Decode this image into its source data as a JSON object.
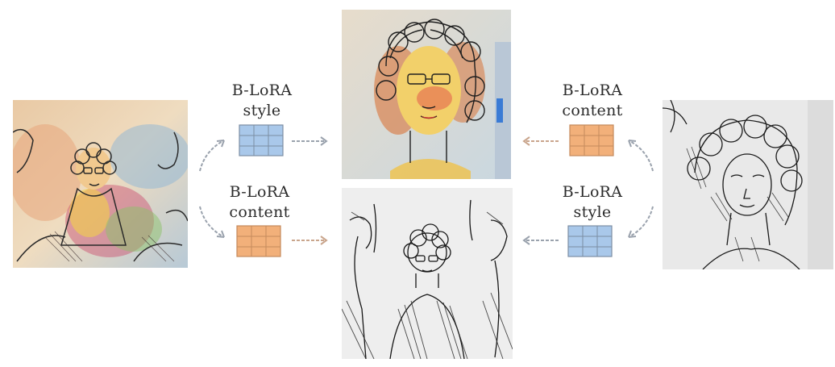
{
  "diagram": {
    "left_style_block": {
      "line1": "B-LoRA",
      "line2": "style",
      "color": "#a9c8ea"
    },
    "left_content_block": {
      "line1": "B-LoRA",
      "line2": "content",
      "color": "#f2b07a"
    },
    "right_content_block": {
      "line1": "B-LoRA",
      "line2": "content",
      "color": "#f2b07a"
    },
    "right_style_block": {
      "line1": "B-LoRA",
      "line2": "style",
      "color": "#a9c8ea"
    }
  },
  "images": {
    "left_input": "watercolor-sketch-portrait",
    "right_input": "ink-sketch-portrait",
    "top_output": "watercolor-style-portrait",
    "bottom_output": "ink-style-scene"
  },
  "arrow_color": "#9aa2ad"
}
